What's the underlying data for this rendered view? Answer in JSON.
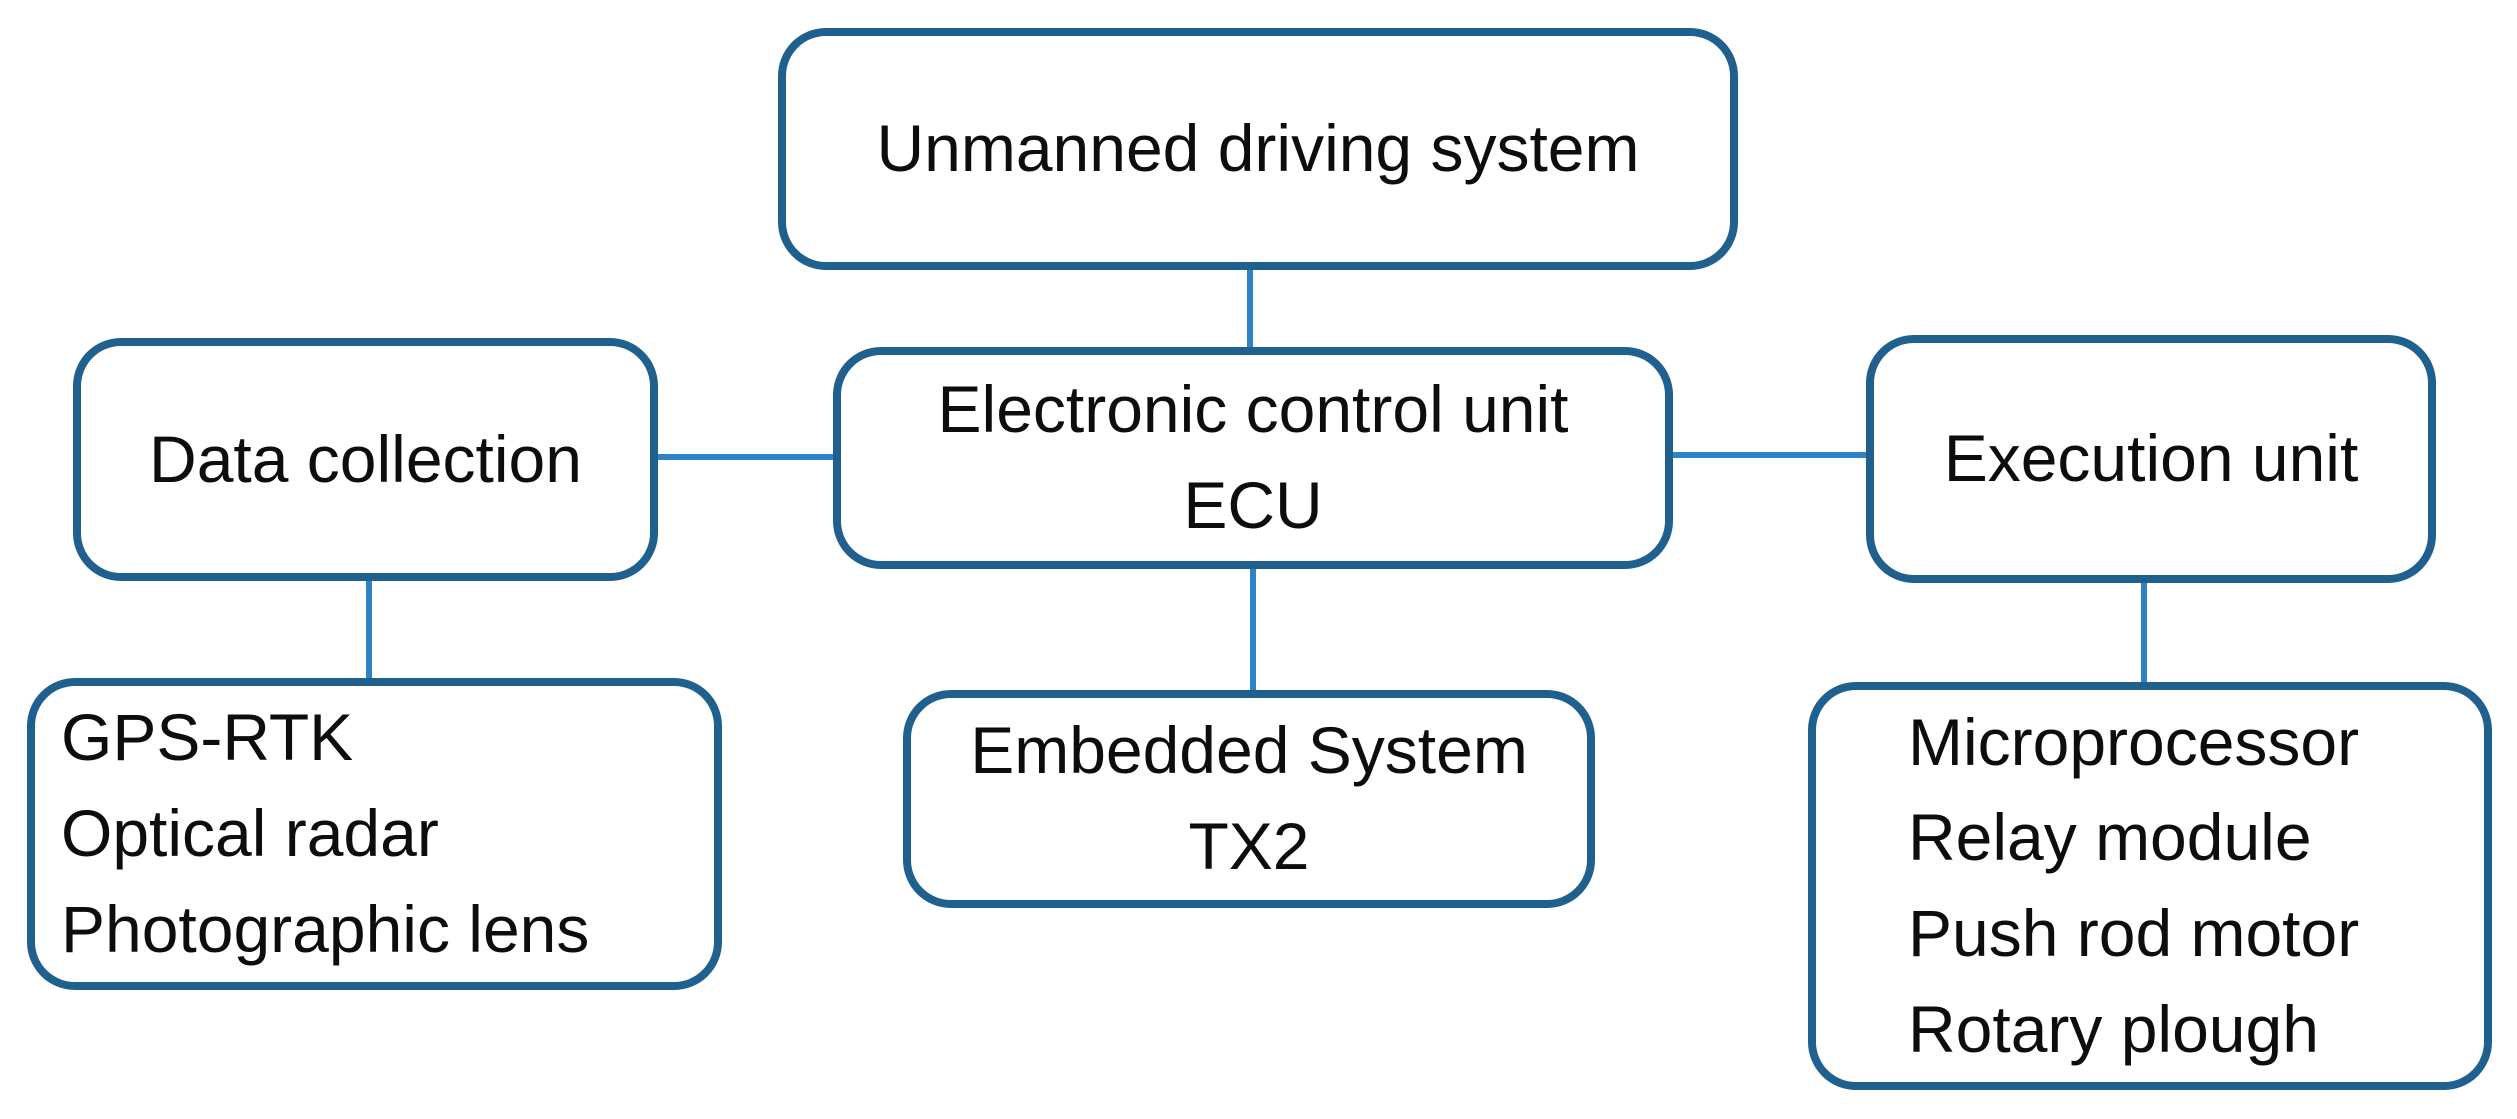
{
  "colors": {
    "box_border": "#20608f",
    "connector_line": "#2e82c6",
    "text": "#0d0d0d",
    "background": "#ffffff"
  },
  "nodes": {
    "unmanned_driving_system": {
      "label": "Unmanned driving system"
    },
    "data_collection": {
      "label": "Data collection"
    },
    "ecu": {
      "line1": "Electronic control unit",
      "line2": "ECU"
    },
    "execution_unit": {
      "label": "Execution unit"
    },
    "sensors": {
      "items": [
        "GPS-RTK",
        "Optical radar",
        "Photographic lens"
      ]
    },
    "embedded_system": {
      "line1": "Embedded System",
      "line2": "TX2"
    },
    "actuators": {
      "items": [
        "Microprocessor",
        "Relay module",
        "Push rod motor",
        "Rotary plough"
      ]
    }
  },
  "edges": [
    {
      "from": "unmanned_driving_system",
      "to": "ecu"
    },
    {
      "from": "data_collection",
      "to": "ecu"
    },
    {
      "from": "ecu",
      "to": "execution_unit"
    },
    {
      "from": "ecu",
      "to": "embedded_system"
    },
    {
      "from": "data_collection",
      "to": "sensors"
    },
    {
      "from": "execution_unit",
      "to": "actuators"
    }
  ]
}
